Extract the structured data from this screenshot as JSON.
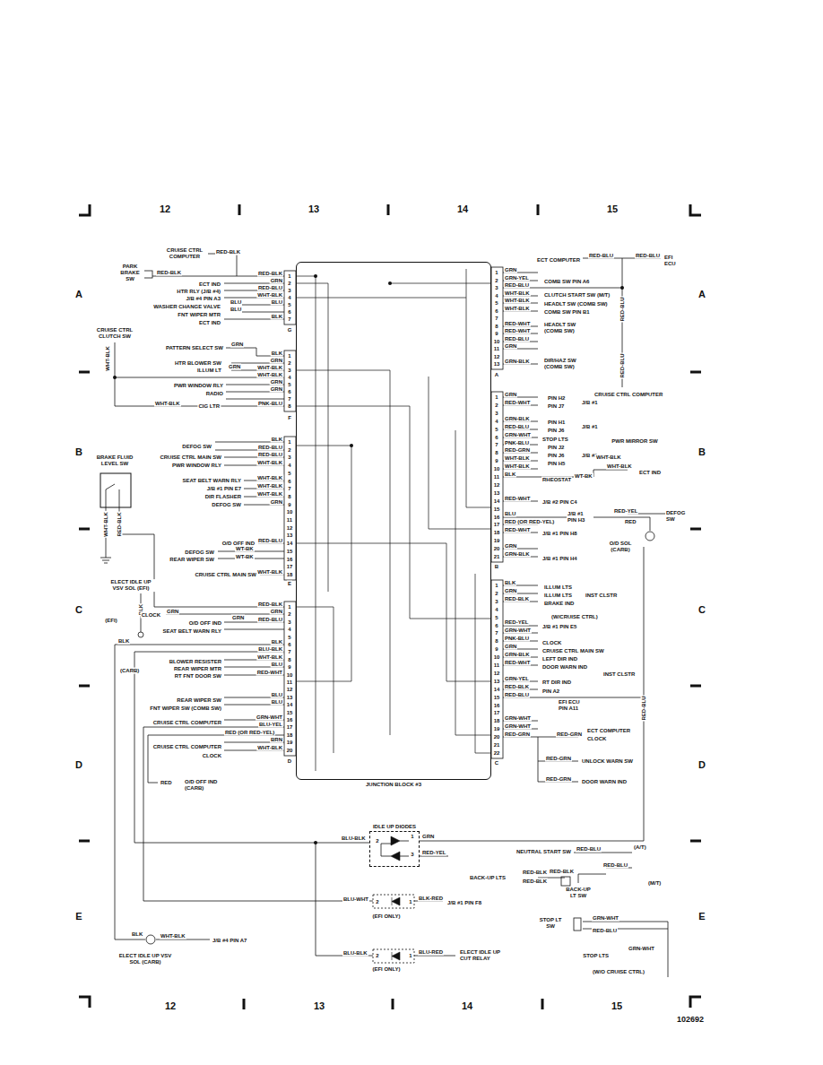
{
  "diagram": {
    "nodes": [
      {
        "text": [
          "JUNCTION BLOCK #3"
        ]
      },
      {
        "text": [
          "IDLE UP DIODES"
        ]
      }
    ],
    "labels": [
      "12",
      "13",
      "14",
      "15",
      "12",
      "13",
      "14",
      "15",
      "A",
      "B",
      "C",
      "D",
      "E",
      "A",
      "B",
      "C",
      "D",
      "E",
      "102692",
      "CRUISE CTRL COMPUTER",
      "RED-BLK",
      "PARK BRAKE SW",
      "RED-BLK",
      "RED-BLK",
      "ECT IND",
      "GRN",
      "HTR RLY (J/B #4)",
      "RED-BLU",
      "J/B #4 PIN A3",
      "WHT-BLK",
      "WASHER CHANGE VALVE",
      "BLU",
      "BLU",
      "FNT WIPER MTR",
      "BLU",
      "ECT IND",
      "BLK",
      "1",
      "2",
      "3",
      "4",
      "5",
      "6",
      "7",
      "G",
      "CRUISE CTRL CLUTCH SW",
      "WHT-BLK",
      "PATTERN SELECT SW",
      "GRN",
      "BLK",
      "HTR BLOWER SW",
      "ILLUM LT",
      "GRN",
      "GRN",
      "WHT-BLK",
      "PWR WINDOW RLY",
      "WHT-BLK",
      "RADIO",
      "GRN",
      "GRN",
      "CIG LTR",
      "WHT-BLK",
      "PNK-BLU",
      "1",
      "2",
      "3",
      "4",
      "5",
      "6",
      "7",
      "8",
      "F",
      "BLK",
      "DEFOG SW",
      "RED-BLU",
      "CRUISE CTRL MAIN SW",
      "RED-BLU",
      "PWR WINDOW RLY",
      "WHT-BLK",
      "SEAT BELT WARN RLY",
      "WHT-BLK",
      "J/B #1 PIN E7",
      "WHT-BLK",
      "DIR FLASHER",
      "WHT-BLK",
      "DEFOG SW",
      "GRN",
      "O/D OFF IND",
      "RED-BLU",
      "DEFOG SW",
      "WT-BK",
      "REAR WIPER SW",
      "WT-BK",
      "CRUISE CTRL MAIN SW",
      "WHT-BLK",
      "1",
      "2",
      "3",
      "4",
      "5",
      "6",
      "7",
      "8",
      "9",
      "10",
      "11",
      "12",
      "13",
      "14",
      "15",
      "16",
      "17",
      "18",
      "E",
      "BRAKE FLUID LEVEL SW",
      "WHT-BLK",
      "RED-BLK",
      "ELECT IDLE UP VSV SOL (EFI)",
      "BLK",
      "(EFI)",
      "RED-BLK",
      "CLOCK",
      "GRN",
      "GRN",
      "GRN",
      "O/D OFF IND",
      "RED-BLU",
      "SEAT BELT WARN RLY",
      "BLK",
      "BLK",
      "(CARB)",
      "BLU-BLK",
      "BLOWER RESISTER",
      "WHT-BLK",
      "REAR WIPER MTR",
      "BLU",
      "RT FNT DOOR SW",
      "RED-WHT",
      "REAR WIPER SW",
      "BLU",
      "FNT WIPER SW (COMB SW)",
      "BLU",
      "CRUISE CTRL COMPUTER",
      "GRN-WHT",
      "BLU-YEL",
      "RED (OR RED-YEL)",
      "CRUISE CTRL COMPUTER",
      "BRN",
      "CLOCK",
      "WHT-BLK",
      "1",
      "2",
      "3",
      "4",
      "5",
      "6",
      "7",
      "8",
      "9",
      "10",
      "11",
      "12",
      "13",
      "14",
      "15",
      "16",
      "17",
      "18",
      "19",
      "20",
      "D",
      "RED",
      "O/D OFF IND (CARB)",
      "ECT COMPUTER",
      "RED-BLU",
      "RED-BLU",
      "EFI ECU",
      "GRN",
      "GRN-YEL",
      "COMB SW PIN A6",
      "RED-BLU",
      "WHT-BLK",
      "CLUTCH START SW (M/T)",
      "WHT-BLK",
      "HEADLT SW (COMB SW)",
      "WHT-BLK",
      "COMB SW PIN B1",
      "RED-WHT",
      "RED-WHT",
      "HEADLT SW (COMB SW)",
      "RED-BLU",
      "GRN",
      "GRN-BLK",
      "DIR/HAZ SW (COMB SW)",
      "RED-BLU",
      "RED-BLU",
      "CRUISE CTRL COMPUTER",
      "1",
      "2",
      "3",
      "4",
      "5",
      "6",
      "7",
      "8",
      "9",
      "10",
      "11",
      "12",
      "13",
      "A",
      "GRN",
      "RED-WHT",
      "PIN H2",
      "PIN J7",
      "J/B #1",
      "GRN-BLK",
      "RED-BLU",
      "GRN-WHT",
      "PIN H1",
      "PIN J6",
      "J/B #1",
      "STOP LTS",
      "PNK-BLU",
      "RED-GRN",
      "WHT-BLK",
      "WHT-BLK",
      "PIN J2",
      "PIN J6",
      "PIN H5",
      "J/B #1",
      "PWR MIRROR SW",
      "WHT-BLK",
      "WHT-BLK",
      "ECT IND",
      "WT-BK",
      "BLK",
      "RHEOSTAT",
      "RED-WHT",
      "J/B #2 PIN C4",
      "BLU",
      "RED (OR RED-YEL)",
      "J/B #1 PIN H3",
      "RED-WHT",
      "J/B #1 PIN H8",
      "RED-YEL",
      "DEFOG SW",
      "RED",
      "O/D SOL (CARB)",
      "GRN",
      "GRN-BLK",
      "J/B #1 PIN H4",
      "1",
      "2",
      "3",
      "4",
      "5",
      "6",
      "7",
      "8",
      "9",
      "10",
      "11",
      "12",
      "13",
      "14",
      "15",
      "16",
      "17",
      "18",
      "19",
      "20",
      "21",
      "B",
      "BLK",
      "GRN",
      "RED-BLK",
      "ILLUM LTS",
      "ILLUM LTS",
      "BRAKE IND",
      "INST CLSTR",
      "(W/CRUISE CTRL)",
      "RED-YEL",
      "J/B #1 PIN E5",
      "GRN-WHT",
      "PNK-BLU",
      "CLOCK",
      "GRN",
      "CRUISE CTRL MAIN SW",
      "GRN-BLK",
      "LEFT DIR IND",
      "RED-WHT",
      "DOOR WARN IND",
      "GRN-YEL",
      "RT DIR IND",
      "RED-BLK",
      "PIN A2",
      "RED-BLU",
      "INST CLSTR",
      "RED-BLU",
      "EFI ECU PIN A11",
      "GRN-WHT",
      "GRN-WHT",
      "RED-GRN",
      "RED-GRN",
      "ECT COMPUTER",
      "CLOCK",
      "RED-GRN",
      "UNLOCK WARN SW",
      "RED-GRN",
      "DOOR WARN IND",
      "1",
      "2",
      "3",
      "4",
      "5",
      "6",
      "7",
      "8",
      "9",
      "10",
      "11",
      "12",
      "13",
      "14",
      "15",
      "16",
      "17",
      "18",
      "19",
      "20",
      "21",
      "22",
      "C",
      "BLU-BLK",
      "2",
      "1",
      "GRN",
      "3",
      "RED-YEL",
      "NEUTRAL START SW",
      "RED-BLU",
      "(A/T)",
      "RED-BLU",
      "BACK-UP LTS",
      "RED-BLK",
      "RED-BLK",
      "RED-BLK",
      "BACK-UP LT SW",
      "(M/T)",
      "BLU-WHT",
      "2",
      "1",
      "BLK-RED",
      "J/B #1 PIN F8",
      "(EFI ONLY)",
      "STOP LT SW",
      "GRN-WHT",
      "RED-BLU",
      "BLK",
      "WHT-BLK",
      "J/B #4 PIN A7",
      "ELECT IDLE UP VSV SOL (CARB)",
      "BLU-BLK",
      "2",
      "1",
      "BLU-RED",
      "ELECT IDLE UP CUT RELAY",
      "(EFI ONLY)",
      "STOP LTS",
      "GRN-WHT",
      "(W/O CRUISE CTRL)"
    ]
  }
}
